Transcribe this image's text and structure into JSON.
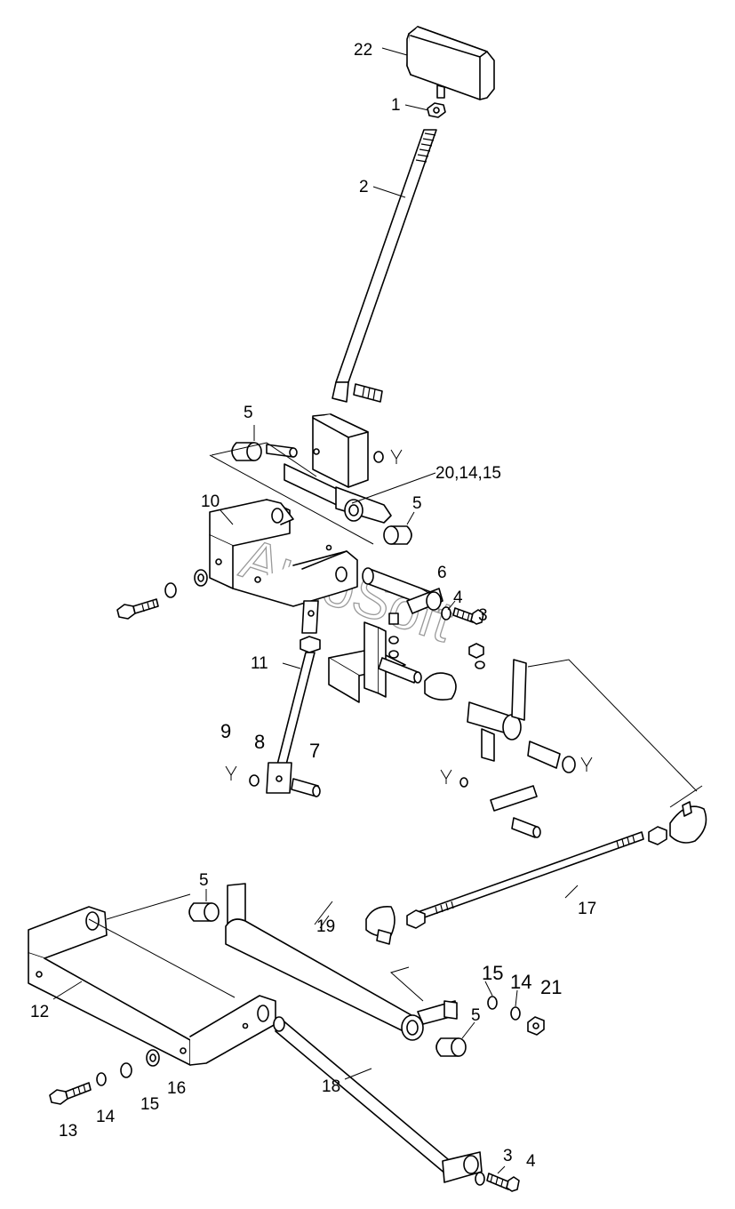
{
  "watermark": "AutoSoft",
  "labels": {
    "p22": "22",
    "p1": "1",
    "p2": "2",
    "p5a": "5",
    "p20_14_15": "20,14,15",
    "p5b": "5",
    "p10": "10",
    "p6": "6",
    "p4a": "4",
    "p3a": "3",
    "p11": "11",
    "p9": "9",
    "p8": "8",
    "p7": "7",
    "p17": "17",
    "p5c": "5",
    "p19": "19",
    "p12": "12",
    "p15a": "15",
    "p14a": "14",
    "p21": "21",
    "p5d": "5",
    "p13": "13",
    "p14b": "14",
    "p15b": "15",
    "p16": "16",
    "p18": "18",
    "p3b": "3",
    "p4b": "4"
  }
}
